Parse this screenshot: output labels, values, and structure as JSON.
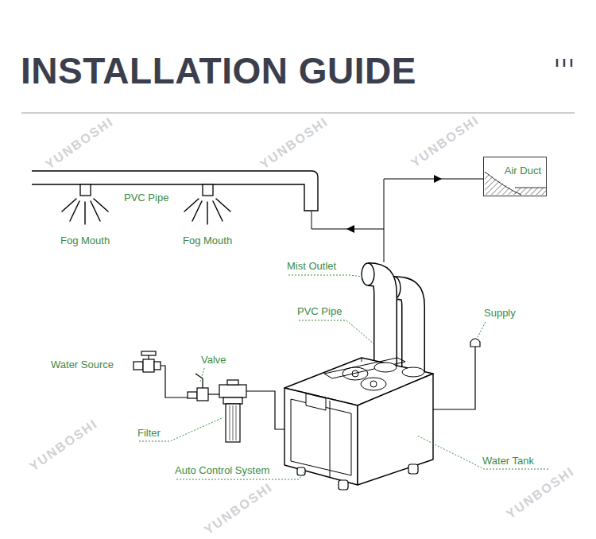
{
  "diagram": {
    "title": "INSTALLATION GUIDE",
    "nodes": [
      {
        "text": [
          "Air Duct"
        ]
      }
    ],
    "edges": [],
    "labels": [
      "PVC Pipe",
      "Fog Mouth",
      "Fog Mouth",
      "Mist Outlet",
      "PVC Pipe",
      "Supply",
      "Water Source",
      "Valve",
      "Filter",
      "Auto Control System",
      "Water Tank",
      "YUNBOSHI",
      "YUNBOSHI",
      "YUNBOSHI",
      "YUNBOSHI",
      "YUNBOSHI",
      "YUNBOSHI"
    ]
  }
}
